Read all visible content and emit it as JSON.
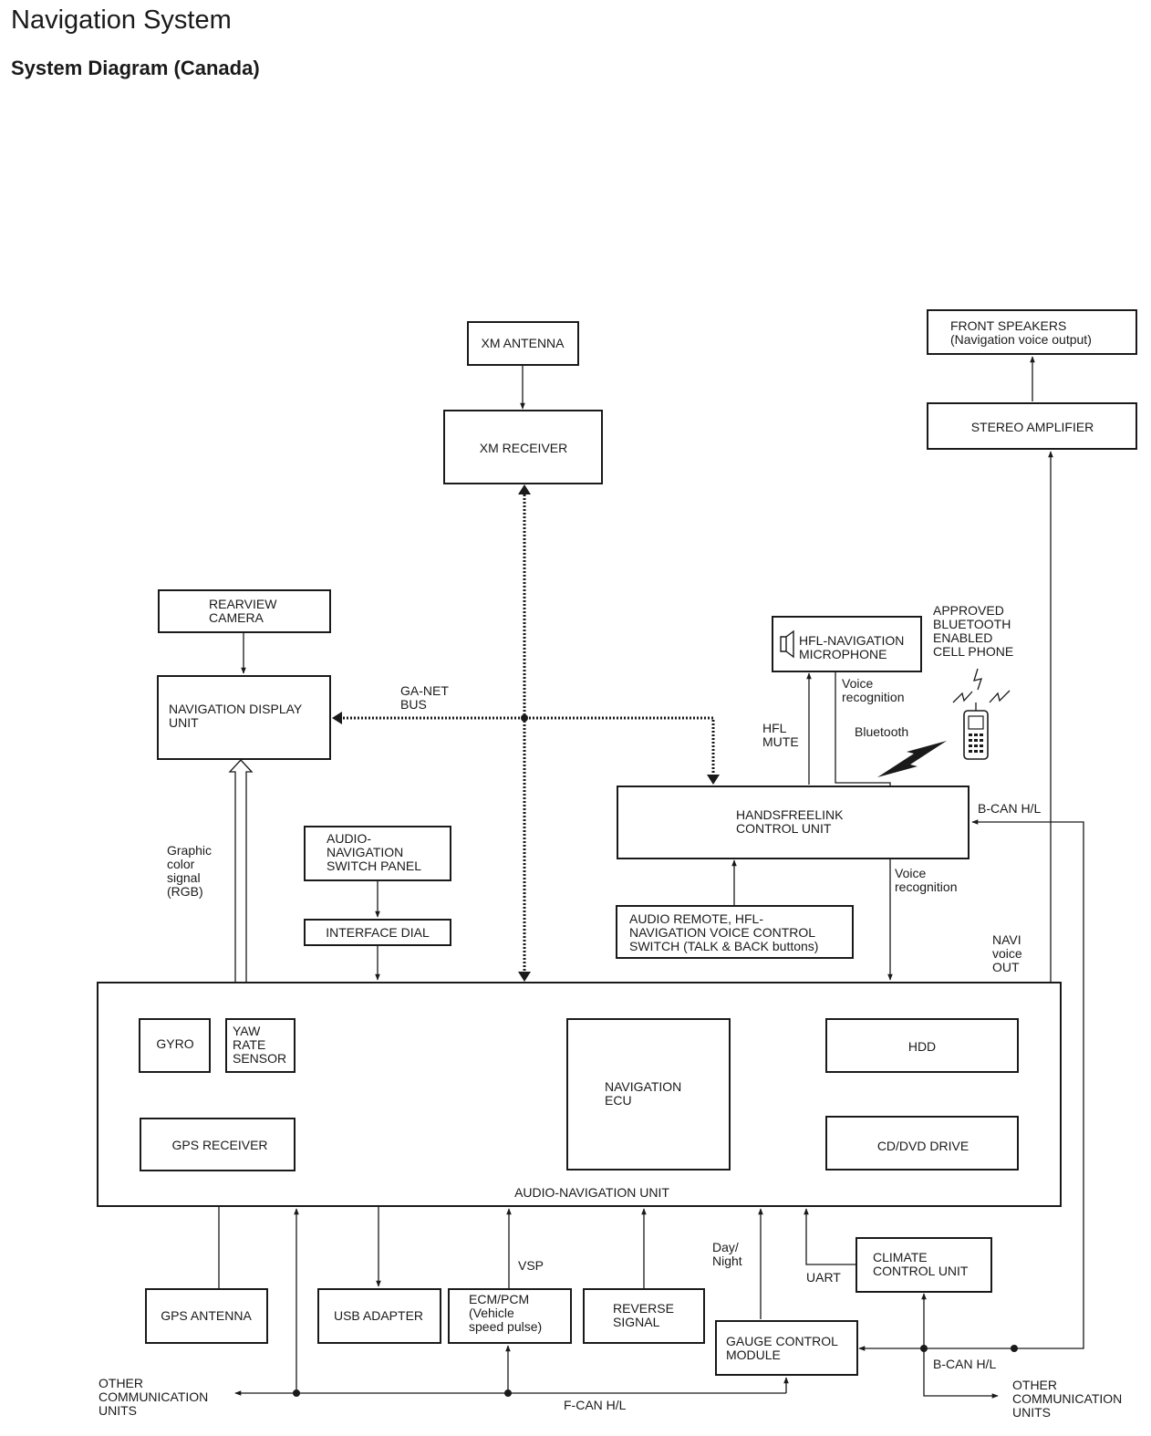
{
  "header": {
    "title": "Navigation System",
    "subtitle": "System Diagram (Canada)"
  },
  "diagram": {
    "components": {
      "xm_antenna": [
        "XM ANTENNA"
      ],
      "xm_receiver": [
        "XM RECEIVER"
      ],
      "front_speakers": [
        "FRONT SPEAKERS",
        "(Navigation voice output)"
      ],
      "stereo_amplifier": [
        "STEREO AMPLIFIER"
      ],
      "rearview_camera": [
        "REARVIEW",
        "CAMERA"
      ],
      "navigation_display_unit": [
        "NAVIGATION DISPLAY",
        "UNIT"
      ],
      "hfl_navigation_microphone": [
        "HFL-NAVIGATION",
        "MICROPHONE"
      ],
      "cell_phone": [
        "APPROVED",
        "BLUETOOTH",
        "ENABLED",
        "CELL PHONE"
      ],
      "handsfreelink_control_unit": [
        "HANDSFREELINK",
        "CONTROL UNIT"
      ],
      "audio_navigation_switch_panel": [
        "AUDIO-",
        "NAVIGATION",
        "SWITCH PANEL"
      ],
      "interface_dial": [
        "INTERFACE DIAL"
      ],
      "audio_remote_switch": [
        "AUDIO REMOTE, HFL-",
        "NAVIGATION VOICE CONTROL",
        "SWITCH (TALK & BACK buttons)"
      ],
      "audio_navigation_unit": [
        "AUDIO-NAVIGATION UNIT"
      ],
      "gyro": [
        "GYRO"
      ],
      "yaw_rate_sensor": [
        "YAW",
        "RATE",
        "SENSOR"
      ],
      "gps_receiver": [
        "GPS RECEIVER"
      ],
      "navigation_ecu": [
        "NAVIGATION",
        "ECU"
      ],
      "hdd": [
        "HDD"
      ],
      "cd_dvd_drive": [
        "CD/DVD DRIVE"
      ],
      "gps_antenna": [
        "GPS ANTENNA"
      ],
      "usb_adapter": [
        "USB ADAPTER"
      ],
      "ecm_pcm": [
        "ECM/PCM",
        "(Vehicle",
        "speed pulse)"
      ],
      "reverse_signal": [
        "REVERSE",
        "SIGNAL"
      ],
      "gauge_control_module": [
        "GAUGE CONTROL",
        "MODULE"
      ],
      "climate_control_unit": [
        "CLIMATE",
        "CONTROL UNIT"
      ]
    },
    "signals": {
      "ga_net_bus": [
        "GA-NET",
        "BUS"
      ],
      "graphic_color_signal": [
        "Graphic",
        "color",
        "signal",
        "(RGB)"
      ],
      "voice_recognition_top": [
        "Voice",
        "recognition"
      ],
      "voice_recognition_right": [
        "Voice",
        "recognition"
      ],
      "bluetooth": [
        "Bluetooth"
      ],
      "hfl_mute": [
        "HFL",
        "MUTE"
      ],
      "b_can_top": [
        "B-CAN H/L"
      ],
      "navi_voice_out": [
        "NAVI",
        "voice",
        "OUT"
      ],
      "vsp": [
        "VSP"
      ],
      "day_night": [
        "Day/",
        "Night"
      ],
      "uart": [
        "UART"
      ],
      "b_can_bottom": [
        "B-CAN H/L"
      ],
      "f_can": [
        "F-CAN H/L"
      ],
      "other_comm_left": [
        "OTHER",
        "COMMUNICATION",
        "UNITS"
      ],
      "other_comm_right": [
        "OTHER",
        "COMMUNICATION",
        "UNITS"
      ]
    }
  }
}
